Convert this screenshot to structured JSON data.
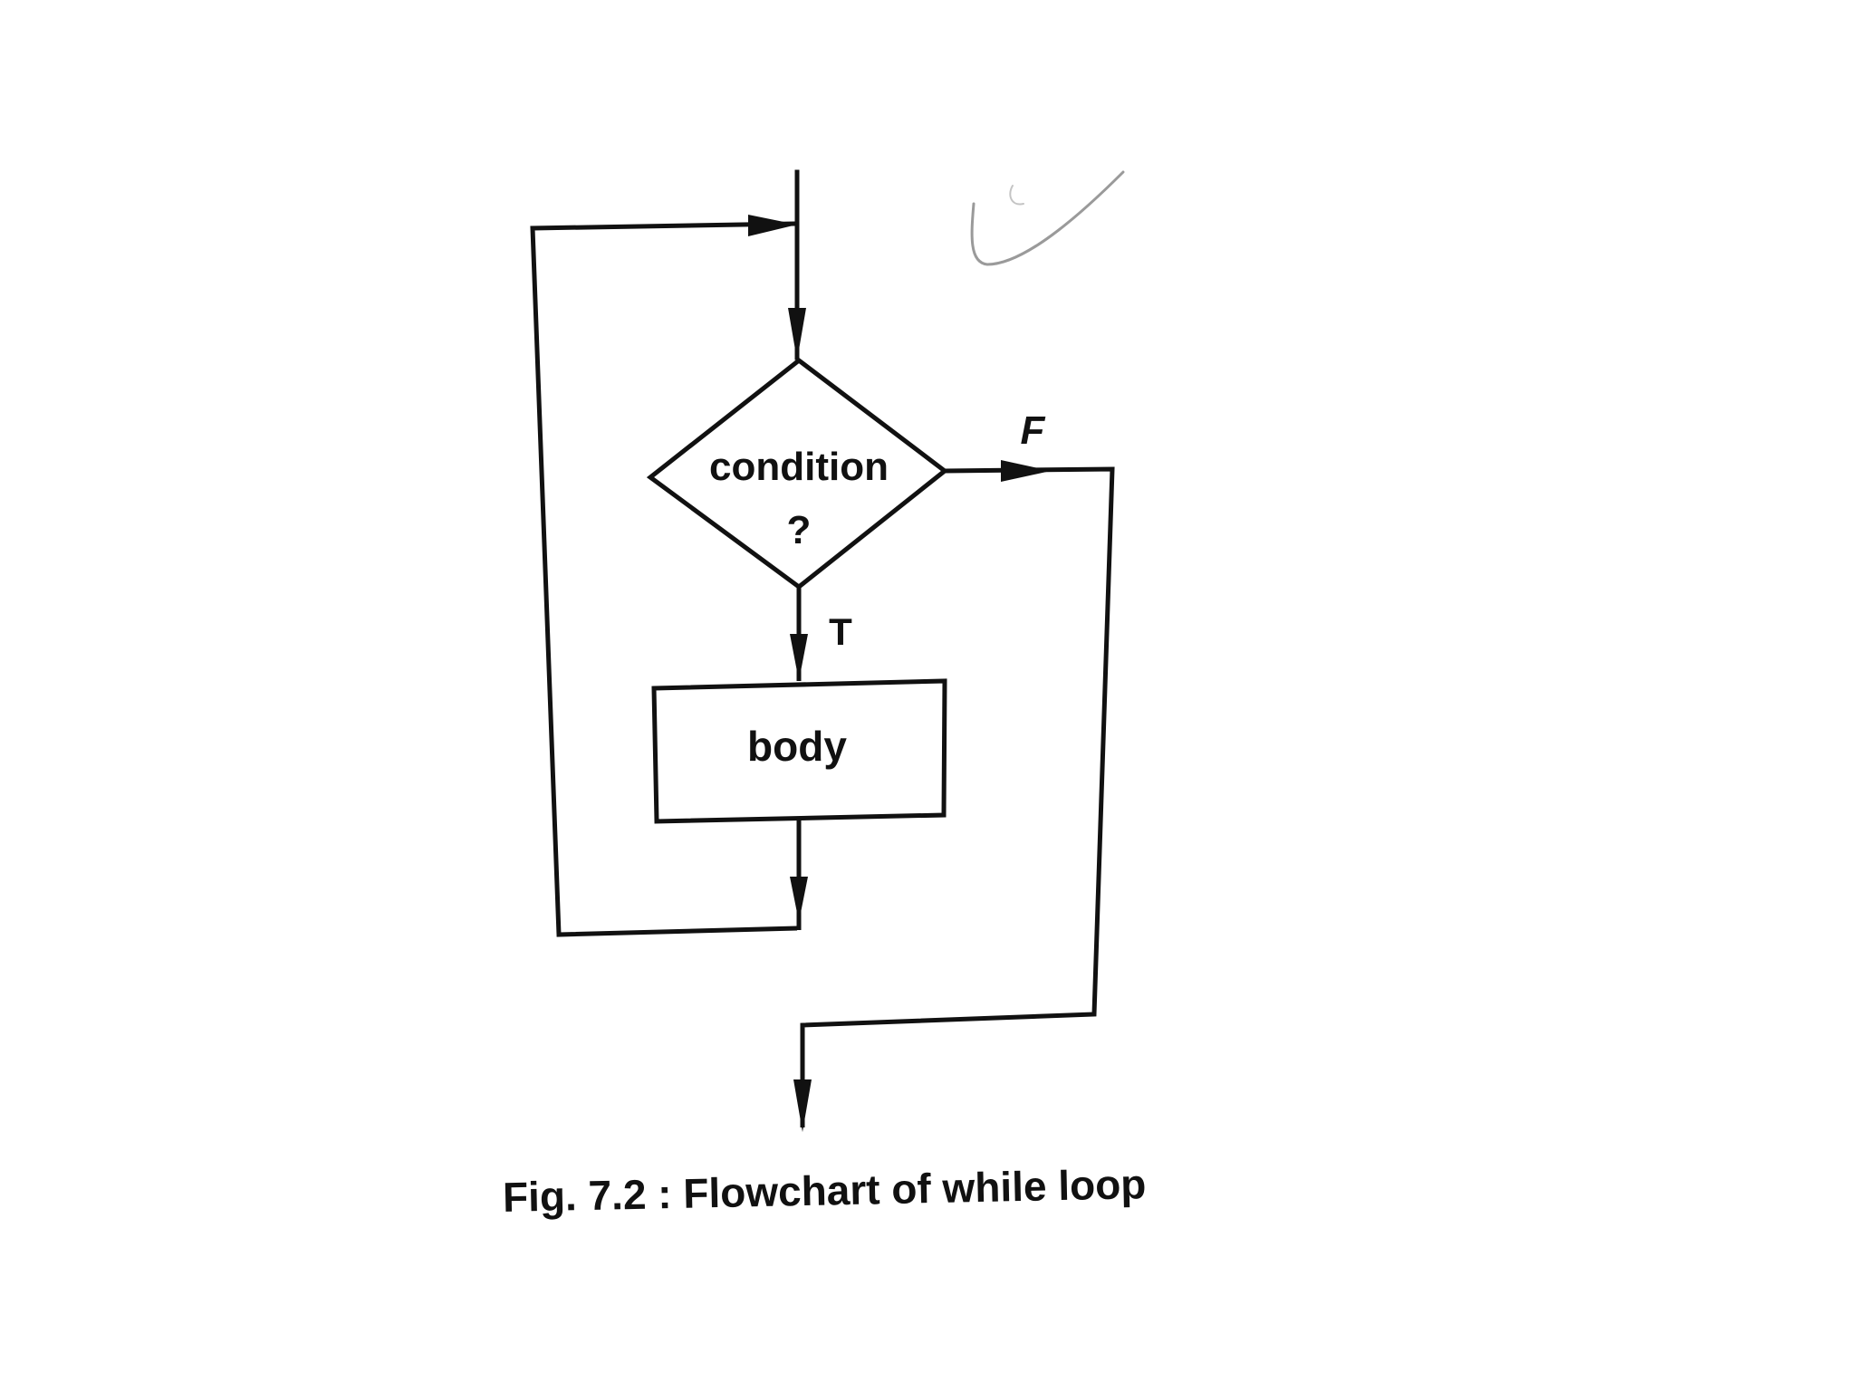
{
  "diagram": {
    "decision_label_line1": "condition",
    "decision_label_line2": "?",
    "process_label": "body",
    "true_label": "T",
    "false_label": "F"
  },
  "caption": "Fig. 7.2 : Flowchart of while loop",
  "colors": {
    "ink": "#111111",
    "pencil_mark": "#9a9a9a",
    "background": "#ffffff"
  }
}
